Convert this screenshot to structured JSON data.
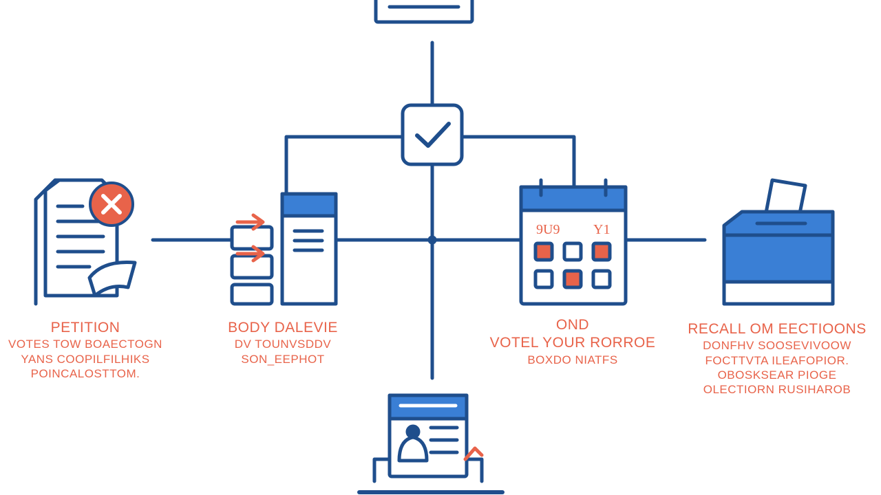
{
  "colors": {
    "stroke": "#1f4e8c",
    "fill_blue": "#3a7fd5",
    "accent": "#e8634a",
    "background": "#ffffff"
  },
  "calendar": {
    "month_left": "9U9",
    "month_right": "Y1"
  },
  "stages": [
    {
      "id": "petition",
      "icon": "petition-document-icon",
      "title": "PETITION",
      "lines": [
        "VOTES TOW BOAECTOGN",
        "YANS COOPILFILHIKS",
        "POINCALOSTTOM."
      ]
    },
    {
      "id": "review",
      "icon": "file-cabinet-icon",
      "title": "BODY DALEVIE",
      "lines": [
        "DV TOUNVSDDV",
        "SON_EEPHOT"
      ]
    },
    {
      "id": "schedule",
      "icon": "calendar-icon",
      "title": "OND",
      "lines": [
        "VOTEL YOUR RORROE",
        "BOXDO NIATFS"
      ]
    },
    {
      "id": "recall",
      "icon": "ballot-box-icon",
      "title": "RECALL OM EECTIOONS",
      "lines": [
        "DONFHV SOOSEVIVOOW",
        "FOCTTVTA ILEAFOPIOR.",
        "OBOSKSEAR PIOGE",
        "OLECTIORN RUSIHAROB"
      ]
    }
  ]
}
